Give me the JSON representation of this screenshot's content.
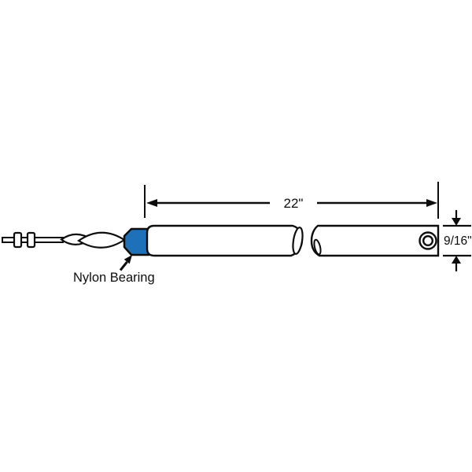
{
  "diagram": {
    "labels": {
      "length_dimension": "22\"",
      "diameter_dimension": "9/16\"",
      "bearing_label": "Nylon Bearing"
    },
    "colors": {
      "bearing_fill": "#1e70b8",
      "line_color": "#0d0d0d",
      "background": "#ffffff"
    }
  }
}
